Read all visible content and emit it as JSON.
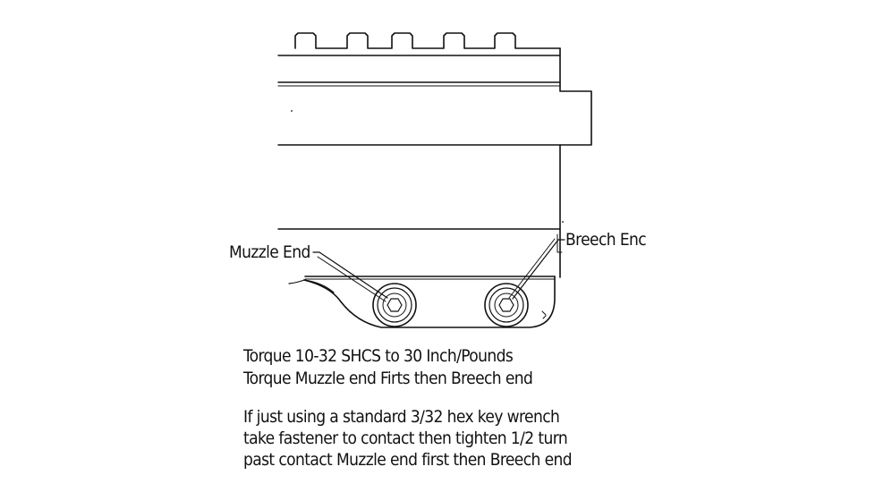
{
  "labels": {
    "muzzle_end": "Muzzle End",
    "breech_end": "Breech Enc"
  },
  "notes": {
    "torque_line_1": "Torque 10-32 SHCS to 30 Inch/Pounds",
    "torque_line_2": "Torque Muzzle end Firts then Breech end",
    "hex_line_1": "If just using a standard 3/32 hex key wrench",
    "hex_line_2": "take fastener to contact then tighten 1/2 turn",
    "hex_line_3": "past contact Muzzle end first then Breech end"
  },
  "colors": {
    "ink": "#111111",
    "paper": "#ffffff"
  },
  "icons": {
    "fastener": "socket-head-cap-screw-icon"
  }
}
